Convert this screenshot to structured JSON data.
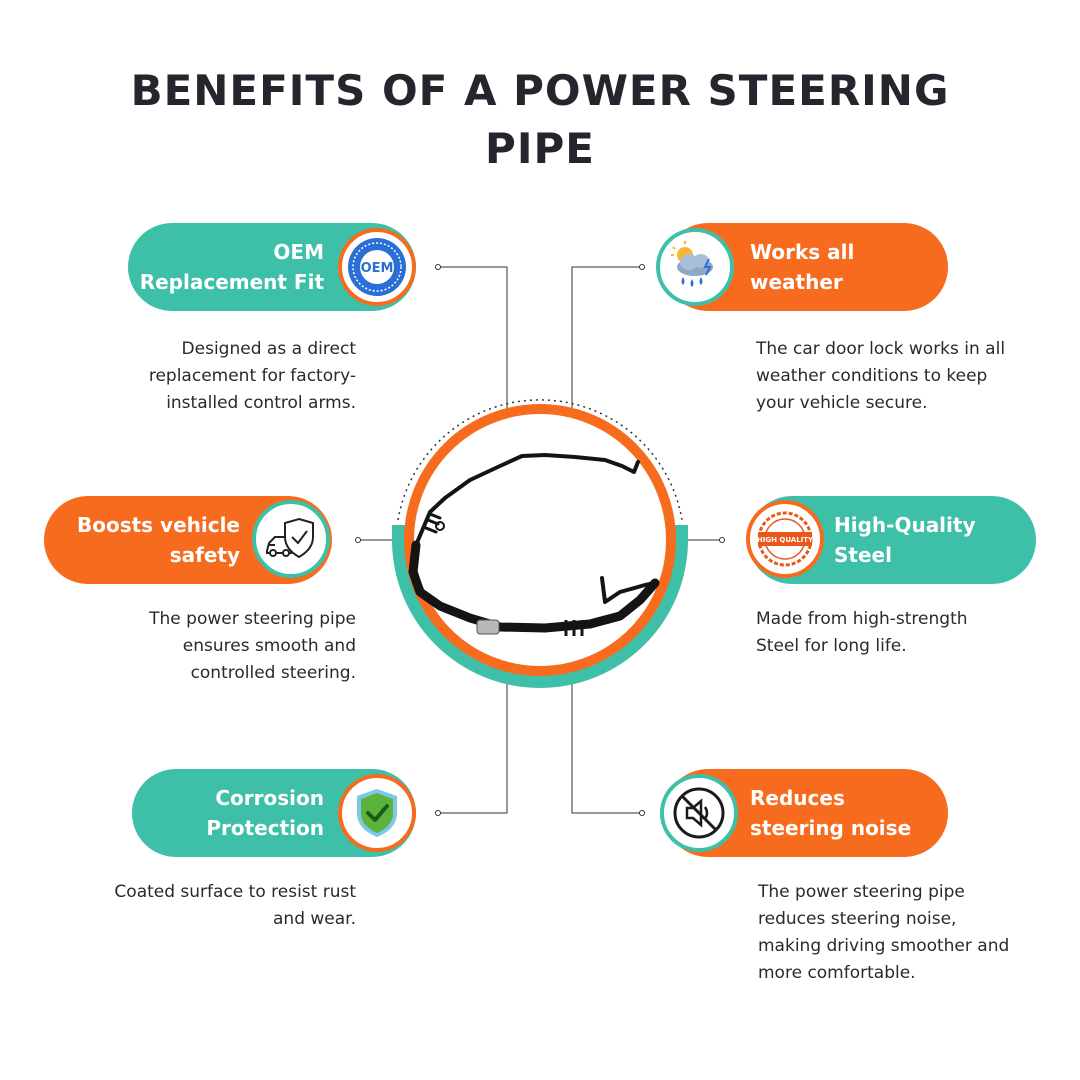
{
  "title_lines": [
    "BENEFITS OF A POWER STEERING",
    "PIPE"
  ],
  "colors": {
    "teal": "#3dbfa8",
    "orange": "#f76b1e",
    "title": "#25252d"
  },
  "features": [
    {
      "id": "oem",
      "lines": [
        "OEM",
        "Replacement Fit"
      ],
      "icon": "oem-badge-icon",
      "icon_text": "OEM",
      "description": [
        "Designed as a direct",
        "replacement for factory-",
        "installed control arms."
      ]
    },
    {
      "id": "weather",
      "lines": [
        "Works all",
        "weather"
      ],
      "icon": "weather-icon",
      "description": [
        "The car door lock works in all",
        "weather conditions to keep",
        "your vehicle secure."
      ]
    },
    {
      "id": "safety",
      "lines": [
        "Boosts vehicle",
        "safety"
      ],
      "icon": "car-shield-icon",
      "description": [
        "The power steering pipe",
        "ensures smooth and",
        "controlled steering."
      ]
    },
    {
      "id": "steel",
      "lines": [
        "High-Quality",
        "Steel"
      ],
      "icon": "high-quality-stamp-icon",
      "icon_text": "HIGH QUALITY",
      "description": [
        "Made from high-strength",
        "Steel for long life."
      ]
    },
    {
      "id": "corrosion",
      "lines": [
        "Corrosion",
        "Protection"
      ],
      "icon": "shield-check-icon",
      "description": [
        "Coated surface to resist rust",
        "and wear."
      ]
    },
    {
      "id": "noise",
      "lines": [
        "Reduces",
        "steering noise"
      ],
      "icon": "mute-speaker-icon",
      "description": [
        "The power steering pipe",
        "reduces steering noise,",
        "making driving smoother and",
        "more comfortable."
      ]
    }
  ]
}
